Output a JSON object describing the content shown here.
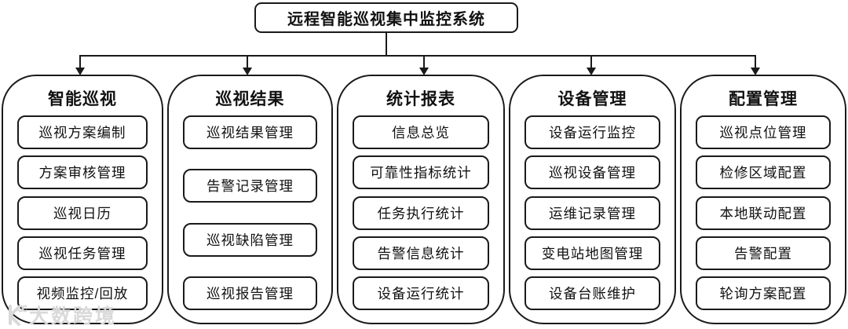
{
  "title": "远程智能巡视集中监控系统",
  "watermark": {
    "text": "大数跨境"
  },
  "colors": {
    "line": "#1a1a1a",
    "background": "#ffffff",
    "watermark": "#d9d9d9"
  },
  "columns": [
    {
      "header": "智能巡视",
      "items": [
        "巡视方案编制",
        "方案审核管理",
        "巡视日历",
        "巡视任务管理",
        "视频监控/回放"
      ]
    },
    {
      "header": "巡视结果",
      "items": [
        "巡视结果管理",
        "告警记录管理",
        "巡视缺陷管理",
        "巡视报告管理"
      ]
    },
    {
      "header": "统计报表",
      "items": [
        "信息总览",
        "可靠性指标统计",
        "任务执行统计",
        "告警信息统计",
        "设备运行统计"
      ]
    },
    {
      "header": "设备管理",
      "items": [
        "设备运行监控",
        "巡视设备管理",
        "运维记录管理",
        "变电站地图管理",
        "设备台账维护"
      ]
    },
    {
      "header": "配置管理",
      "items": [
        "巡视点位管理",
        "检修区域配置",
        "本地联动配置",
        "告警配置",
        "轮询方案配置"
      ]
    }
  ]
}
